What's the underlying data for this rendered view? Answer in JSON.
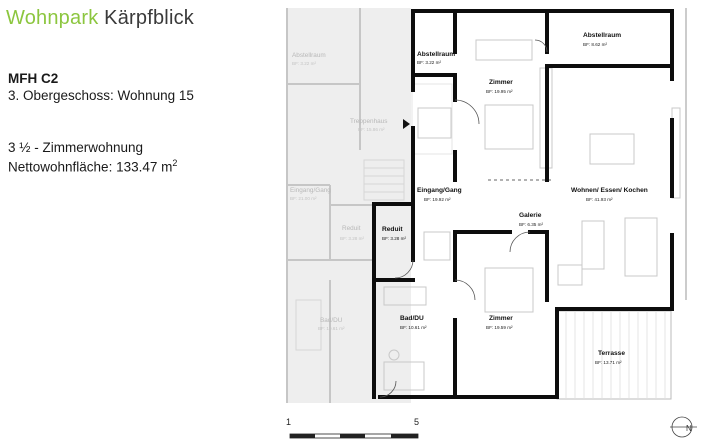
{
  "brand": {
    "part1": "Wohnpark",
    "part2": "Kärpfblick",
    "accent_color": "#8cc63f"
  },
  "unit": {
    "building": "MFH C2",
    "floor": "3. Obergeschoss: Wohnung 15",
    "rooms": "3 ½ - Zimmerwohnung",
    "area_label": "Nettowohnfläche: 133.47 m",
    "area_sup": "2"
  },
  "rooms": {
    "abstellraum_a": {
      "name": "Abstellraum",
      "area": "BF: 3.22 m²"
    },
    "abstellraum_b": {
      "name": "Abstellraum",
      "area": "BF: 8.62 m²"
    },
    "zimmer_1": {
      "name": "Zimmer",
      "area": "BF: 19.95 m²"
    },
    "eingang": {
      "name": "Eingang/Gang",
      "area": "BF: 19.92 m²"
    },
    "wohnen": {
      "name": "Wohnen/ Essen/ Kochen",
      "area": "BF: 41.93 m²"
    },
    "galerie": {
      "name": "Galerie",
      "area": "BF: 6.35 m²"
    },
    "reduit": {
      "name": "Reduit",
      "area": "BF: 3.28 m²"
    },
    "bad": {
      "name": "Bad/DU",
      "area": "BF: 10.61 m²"
    },
    "zimmer_2": {
      "name": "Zimmer",
      "area": "BF: 19.59 m²"
    },
    "terrasse": {
      "name": "Terrasse",
      "area": "BF: 13.71 m²"
    }
  },
  "ghost_rooms": {
    "abstellraum": {
      "name": "Abstellraum",
      "area": "BF: 3.22 m²"
    },
    "treppenhaus": {
      "name": "Treppenhaus",
      "area": "BF: 15.86 m²"
    },
    "eingang": {
      "name": "Eingang/Gang",
      "area": "BF: 21.00 m²"
    },
    "reduit": {
      "name": "Reduit",
      "area": "BF: 3.28 m²"
    },
    "bad": {
      "name": "Bad/DU",
      "area": "BF: 10.61 m²"
    }
  },
  "scale": {
    "start": "1",
    "end": "5"
  },
  "north": {
    "label": "N"
  }
}
